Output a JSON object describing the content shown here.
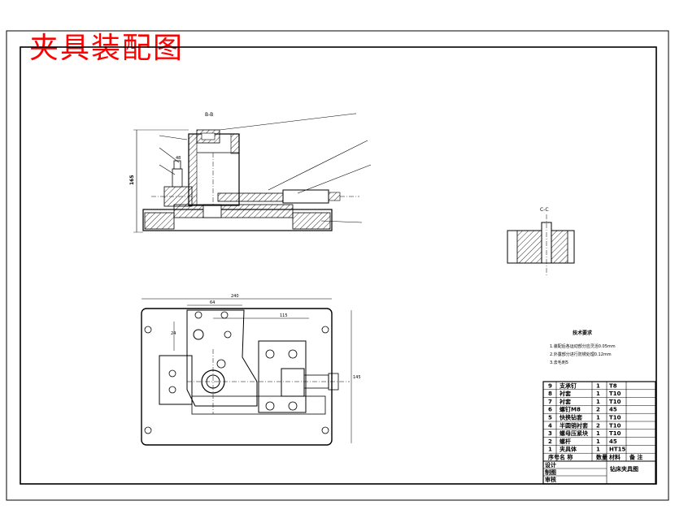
{
  "title_banner": "夹具装配图",
  "views": {
    "section_bb": "B-B",
    "section_cc": "C-C",
    "dim_height": "165",
    "dim_top_total": "240",
    "dim_top_a": "64",
    "dim_top_b": "115",
    "dim_left": "24",
    "dim_right": "145",
    "dim_small_a": "48"
  },
  "notes": {
    "heading": "技术要求",
    "lines": [
      "1.装配后各运动部分应灵活0.05mm",
      "2.外露部分进行防锈处理0.12mm",
      "3.去毛刺5"
    ]
  },
  "bom": [
    {
      "no": "9",
      "name": "支承钉",
      "qty": "1",
      "mat": "T8"
    },
    {
      "no": "8",
      "name": "衬套",
      "qty": "1",
      "mat": "T10"
    },
    {
      "no": "7",
      "name": "衬套",
      "qty": "1",
      "mat": "T10"
    },
    {
      "no": "6",
      "name": "螺钉M8",
      "qty": "2",
      "mat": "45"
    },
    {
      "no": "5",
      "name": "快换钻套",
      "qty": "1",
      "mat": "T10"
    },
    {
      "no": "4",
      "name": "半圆销衬套",
      "qty": "2",
      "mat": "T10"
    },
    {
      "no": "3",
      "name": "螺母压紧块",
      "qty": "1",
      "mat": "T10"
    },
    {
      "no": "2",
      "name": "螺杆",
      "qty": "1",
      "mat": "45"
    },
    {
      "no": "1",
      "name": "夹具体",
      "qty": "1",
      "mat": "HT15"
    }
  ],
  "bom_header": {
    "no": "序号",
    "name": "名  称",
    "qty": "数量",
    "mat": "材料",
    "note": "备  注"
  },
  "title_block": {
    "design": "设计",
    "draw": "制图",
    "check": "审核",
    "drawing_name": "钻床夹具图"
  }
}
